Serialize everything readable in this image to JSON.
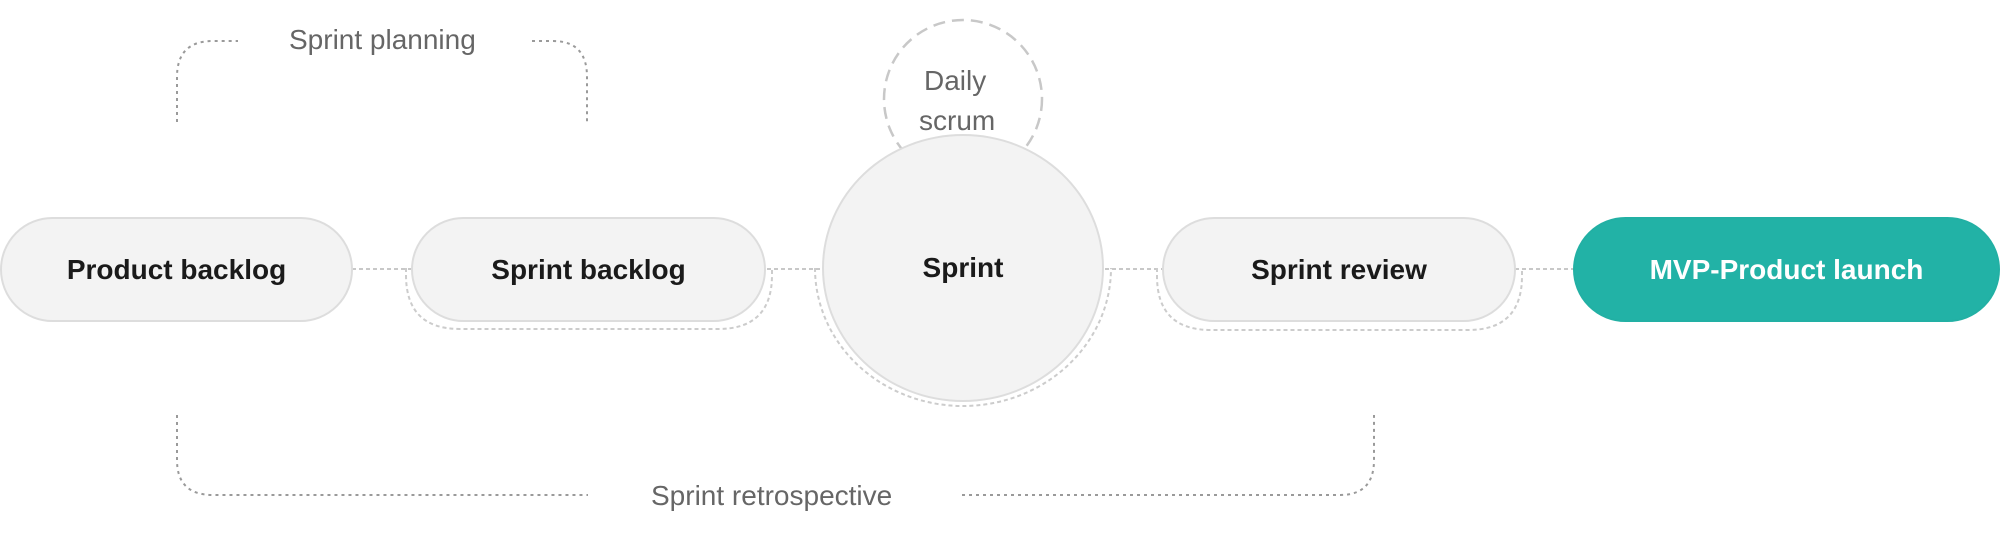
{
  "labels": {
    "sprint_planning": "Sprint planning",
    "daily_scrum_line1": "Daily",
    "daily_scrum_line2": "scrum",
    "sprint_retrospective": "Sprint retrospective"
  },
  "nodes": {
    "product_backlog": "Product backlog",
    "sprint_backlog": "Sprint backlog",
    "sprint": "Sprint",
    "sprint_review": "Sprint review",
    "mvp_launch": "MVP-Product launch"
  },
  "colors": {
    "node_fill": "#f3f3f3",
    "node_border": "#dddddd",
    "accent": "#22b2a6",
    "connector": "#9a9a9a",
    "label_text": "#666666"
  }
}
